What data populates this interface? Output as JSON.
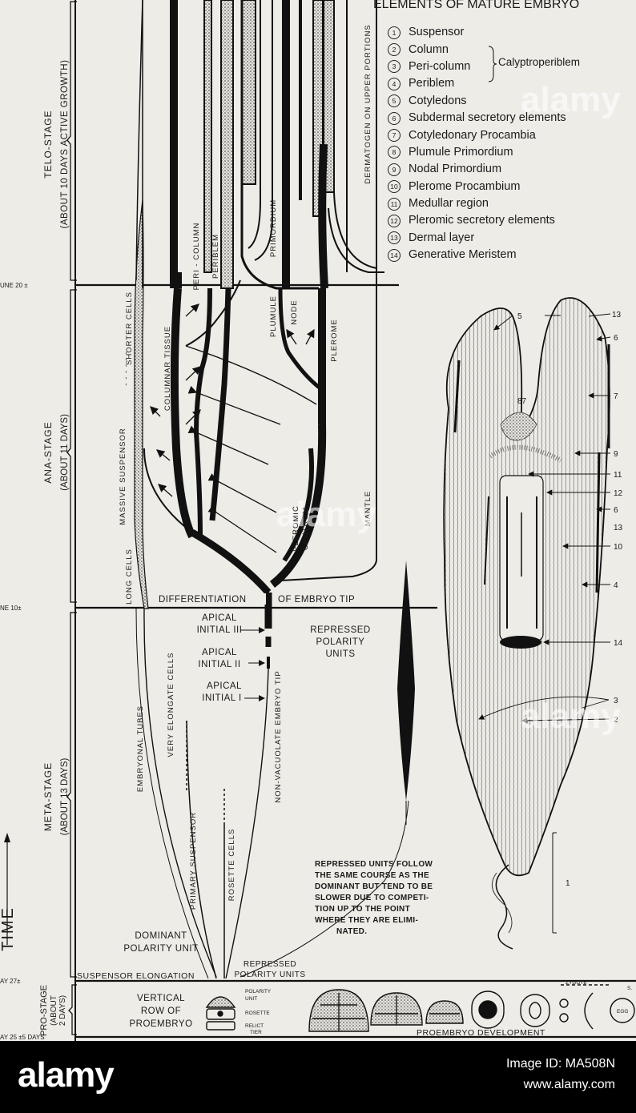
{
  "diagram": {
    "legend_title": "ELEMENTS OF MATURE EMBRYO",
    "legend_items": [
      {
        "n": "1",
        "label": "Suspensor"
      },
      {
        "n": "2",
        "label": "Column"
      },
      {
        "n": "3",
        "label": "Peri-column"
      },
      {
        "n": "4",
        "label": "Periblem"
      },
      {
        "n": "5",
        "label": "Cotyledons"
      },
      {
        "n": "6",
        "label": "Subdermal secretory elements"
      },
      {
        "n": "7",
        "label": "Cotyledonary Procambia"
      },
      {
        "n": "8",
        "label": "Plumule Primordium"
      },
      {
        "n": "9",
        "label": "Nodal Primordium"
      },
      {
        "n": "10",
        "label": "Plerome Procambium"
      },
      {
        "n": "11",
        "label": "Medullar region"
      },
      {
        "n": "12",
        "label": "Pleromic secretory elements"
      },
      {
        "n": "13",
        "label": "Dermal layer"
      },
      {
        "n": "14",
        "label": "Generative Meristem"
      }
    ],
    "brace_label": "Calyptroperiblem",
    "stages": [
      {
        "name": "TELO-STAGE",
        "duration": "(ABOUT 10 DAYS ACTIVE GROWTH)"
      },
      {
        "name": "ANA-STAGE",
        "duration": "(ABOUT 11 DAYS)"
      },
      {
        "name": "META-STAGE",
        "duration": "(ABOUT 13 DAYS)"
      },
      {
        "name": "PRO-STAGE",
        "duration_1": "(ABOUT",
        "duration_2": "2 DAYS)"
      }
    ],
    "dates": [
      "UNE 20 ±",
      "NE 10±",
      "AY 27±",
      "AY 25 ±5 DAYS"
    ],
    "time_label": "TIME",
    "tissue_labels": {
      "dermatogen": "DERMATOGEN ON UPPER PORTIONS",
      "peri_column": "PERI - COLUMN",
      "periblem": "PERIBLEM",
      "primordium": "PRIMORDIUM",
      "plumule": "PLUMULE",
      "node": "NODE",
      "plerome": "PLEROME",
      "shorter_cells": "SHORTER CELLS",
      "columnar_tissue": "COLUMNAR TISSUE",
      "massive_suspensor": "MASSIVE SUSPENSOR",
      "long_cells": "LONG CELLS",
      "pleromic": "PLEROMIC",
      "centrum": "CENTRUM",
      "mantle": "MANTLE",
      "embryonal_tubes": "EMBRYONAL TUBES",
      "very_elongate": "VERY ELONGATE CELLS",
      "primary_suspensor": "PRIMARY SUSPENSOR",
      "rosette_cells": "ROSETTE CELLS",
      "non_vacuolate": "NON-VACUOLATE EMBRYO TIP"
    },
    "differentiation_left": "DIFFERENTIATION",
    "differentiation_right": "OF EMBRYO TIP",
    "apical_3": [
      "APICAL",
      "INITIAL III"
    ],
    "apical_2": [
      "APICAL",
      "INITIAL II"
    ],
    "apical_1": [
      "APICAL",
      "INITIAL I"
    ],
    "repressed_units": [
      "REPRESSED",
      "POLARITY",
      "UNITS"
    ],
    "repressed_note": [
      "REPRESSED UNITS FOLLOW",
      "THE SAME COURSE AS THE",
      "DOMINANT BUT TEND TO BE",
      "SLOWER DUE TO COMPETI-",
      "TION UP TO THE POINT",
      "WHERE THEY ARE ELIMI-",
      "NATED."
    ],
    "dominant": [
      "DOMINANT",
      "POLARITY UNIT"
    ],
    "repressed_bottom": [
      "REPRESSED",
      "POLARITY UNITS"
    ],
    "suspensor_elongation": "SUSPENSOR ELONGATION",
    "proembryo": [
      "VERTICAL",
      "ROW OF",
      "PROEMBRYO"
    ],
    "proembryo_parts": [
      "POLARITY",
      "UNIT",
      "ROSETTE",
      "RELICT",
      "TIER"
    ],
    "proembryo_development": "PROEMBRYO DEVELOPMENT",
    "zygote": "ZYGOTE",
    "egg": "EGG",
    "s_label": "S.",
    "embryo_numbers": [
      "5",
      "13",
      "6",
      "7",
      "87",
      "9",
      "11",
      "12",
      "6",
      "13",
      "10",
      "4",
      "14",
      "3",
      "2",
      "1"
    ]
  },
  "watermark": {
    "logo": "alamy",
    "image_id": "Image ID: MA508N",
    "url": "www.alamy.com",
    "overlay": "alamy"
  }
}
